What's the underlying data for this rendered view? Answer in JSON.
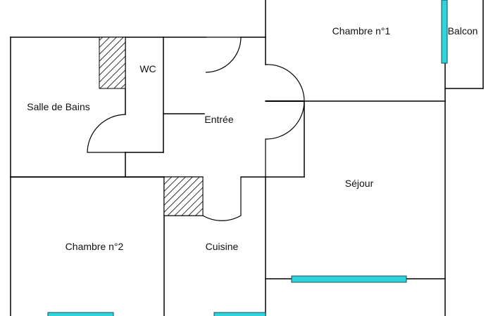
{
  "rooms": {
    "chambre1": "Chambre n°1",
    "balcon": "Balcon",
    "salle_de_bains": "Salle de Bains",
    "wc": "WC",
    "entree": "Entrée",
    "sejour": "Séjour",
    "chambre2": "Chambre n°2",
    "cuisine": "Cuisine"
  },
  "colors": {
    "wall": "#000000",
    "window": "#2fd3dc",
    "background": "#ffffff"
  }
}
